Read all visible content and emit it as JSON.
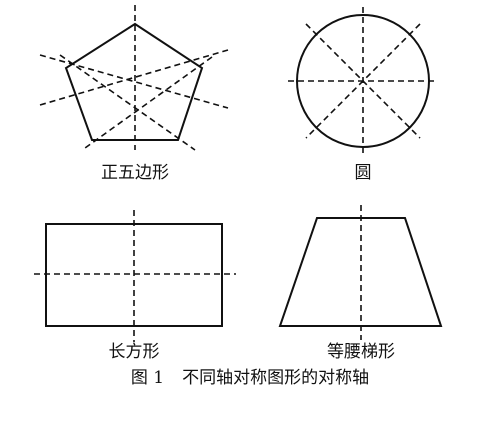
{
  "figure": {
    "caption_number": "图 1",
    "caption_text": "不同轴对称图形的对称轴",
    "stroke_color": "#111111",
    "panels": [
      {
        "shape": "pentagon",
        "label": "正五边形",
        "axis_count": 5
      },
      {
        "shape": "circle",
        "label": "圆",
        "axis_count": "infinite"
      },
      {
        "shape": "rectangle",
        "label": "长方形",
        "axis_count": 2
      },
      {
        "shape": "isosceles-trapezoid",
        "label": "等腰梯形",
        "axis_count": 1
      }
    ]
  }
}
